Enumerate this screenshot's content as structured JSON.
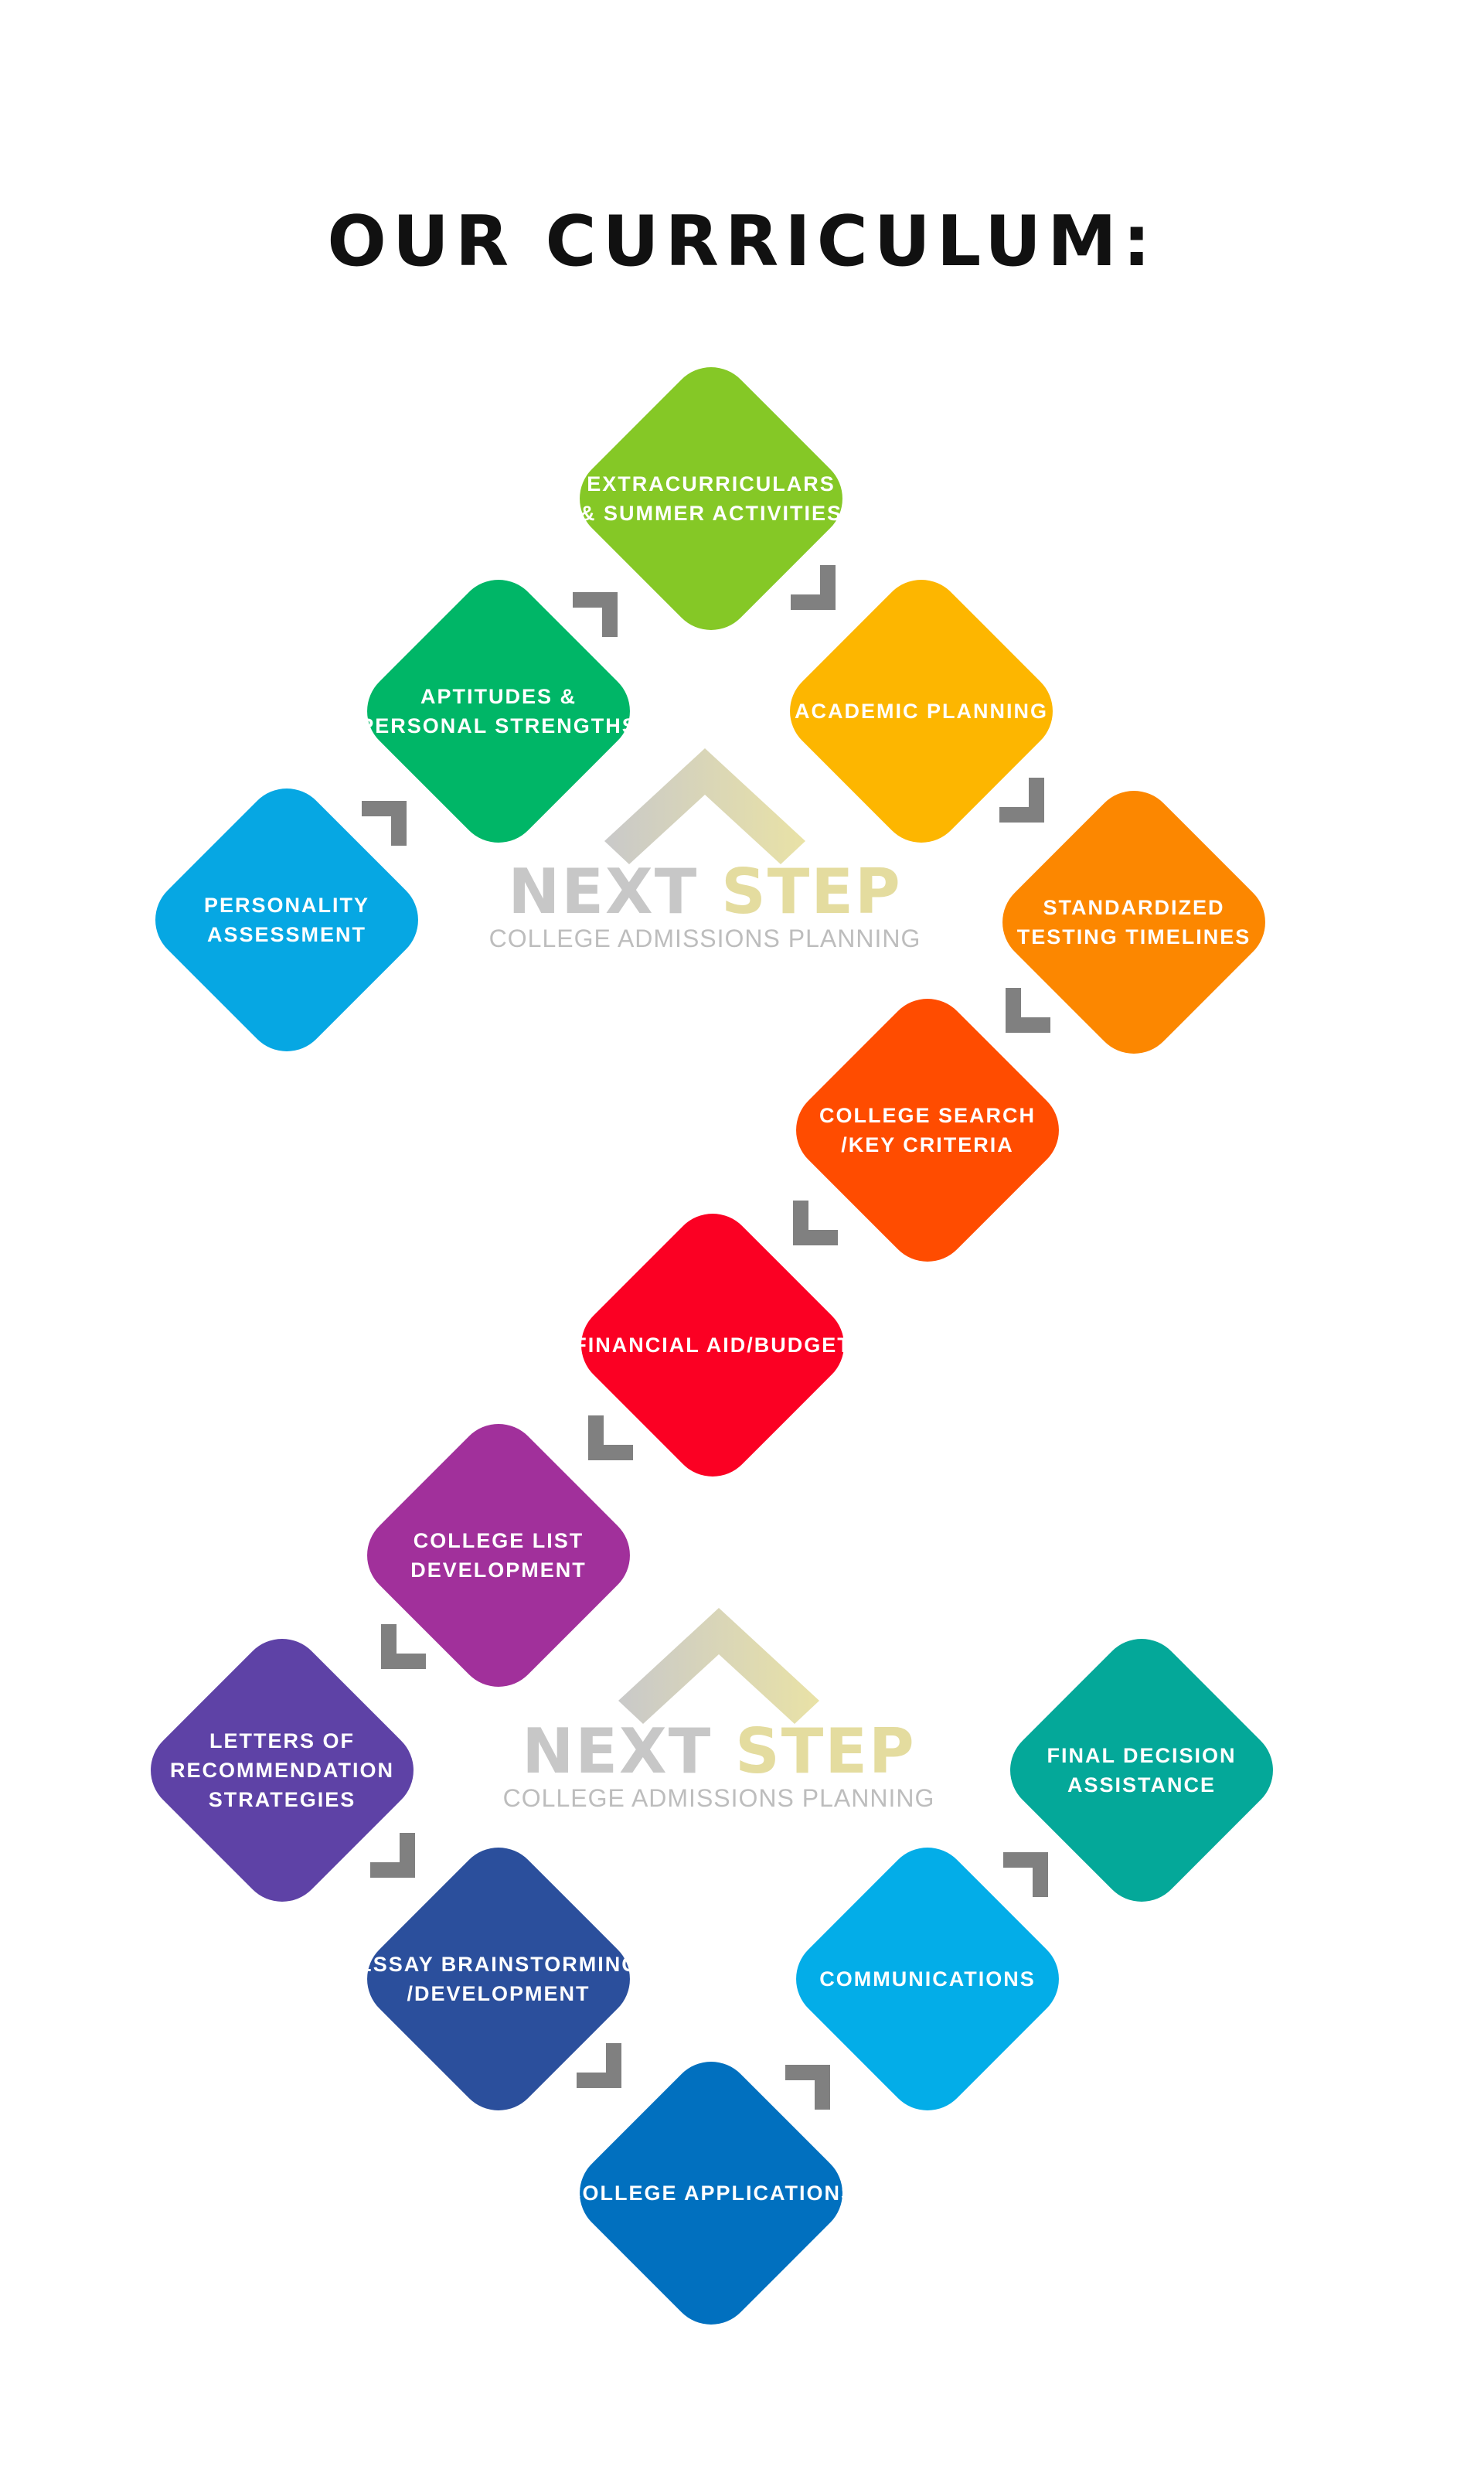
{
  "title": "OUR CURRICULUM:",
  "logo": {
    "name_part1": "NEXT",
    "name_part2": "STEP",
    "tagline": "COLLEGE ADMISSIONS PLANNING",
    "colors": {
      "gray": "#c9c9c9",
      "gold": "#e9e2a6"
    }
  },
  "steps": [
    {
      "label": "PERSONALITY\nASSESSMENT",
      "color": "#06a7e3"
    },
    {
      "label": "APTITUDES &\nPERSONAL STRENGTHS",
      "color": "#00b667"
    },
    {
      "label": "EXTRACURRICULARS\n& SUMMER ACTIVITIES",
      "color": "#85c826"
    },
    {
      "label": "ACADEMIC PLANNING",
      "color": "#fdb600"
    },
    {
      "label": "STANDARDIZED\nTESTING TIMELINES",
      "color": "#fc8700"
    },
    {
      "label": "COLLEGE SEARCH\n/KEY CRITERIA",
      "color": "#ff4c00"
    },
    {
      "label": "FINANCIAL AID/BUDGET",
      "color": "#fb0023"
    },
    {
      "label": "COLLEGE LIST\nDEVELOPMENT",
      "color": "#a1309b"
    },
    {
      "label": "LETTERS OF\nRECOMMENDATION\nSTRATEGIES",
      "color": "#5e42a6"
    },
    {
      "label": "ESSAY BRAINSTORMING\n/DEVELOPMENT",
      "color": "#2b4f9c"
    },
    {
      "label": "COLLEGE APPLICATIONS",
      "color": "#0170bf"
    },
    {
      "label": "COMMUNICATIONS",
      "color": "#03ade8"
    },
    {
      "label": "FINAL DECISION\nASSISTANCE",
      "color": "#04a899"
    }
  ],
  "connector_color": "#808080"
}
